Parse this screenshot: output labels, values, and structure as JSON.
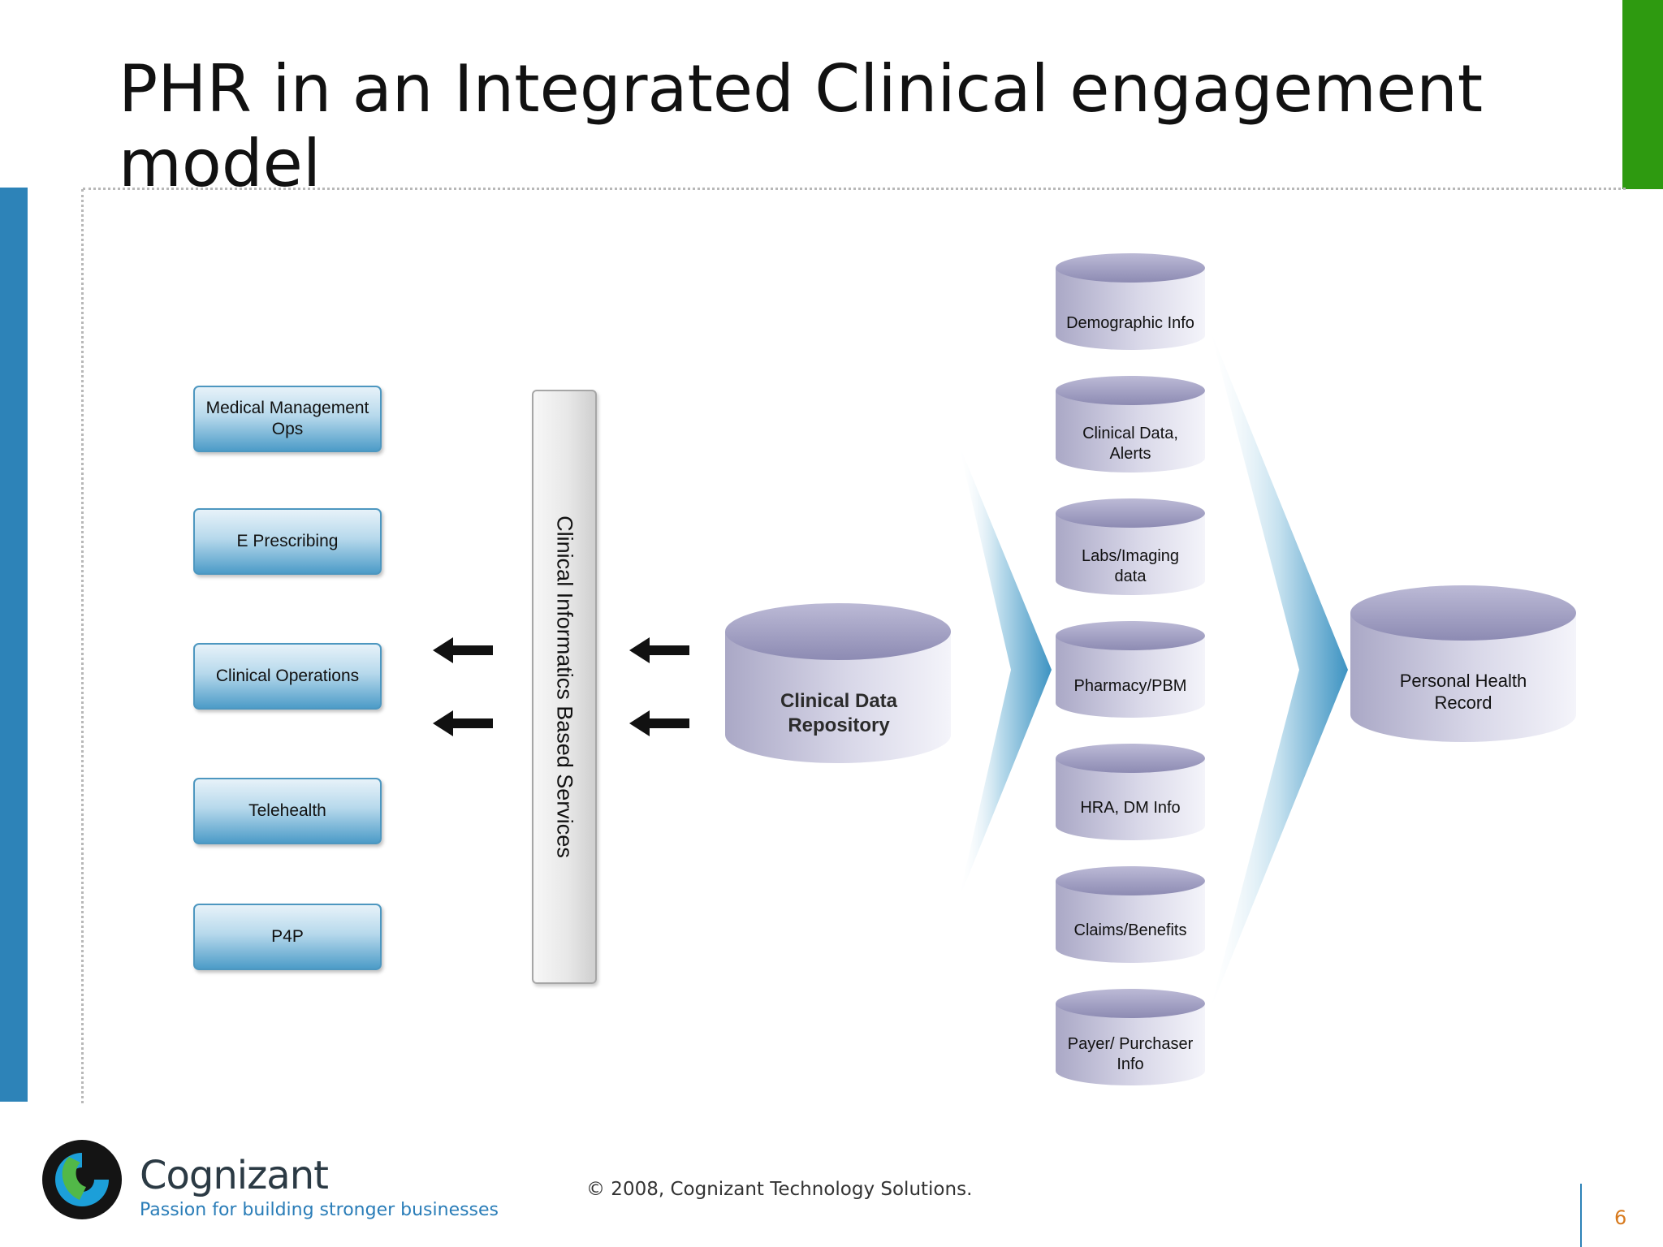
{
  "slide": {
    "title": "PHR in an Integrated Clinical engagement model",
    "copyright": "© 2008, Cognizant Technology Solutions.",
    "page_number": "6"
  },
  "logo": {
    "name": "Cognizant",
    "tagline": "Passion for building stronger businesses",
    "icon": "cognizant-logo-icon"
  },
  "diagram": {
    "services": [
      "Medical Management Ops",
      "E Prescribing",
      "Clinical Operations",
      "Telehealth",
      "P4P"
    ],
    "informatics_bar": "Clinical Informatics Based Services",
    "repository": "Clinical Data Repository",
    "data_sources": [
      "Demographic Info",
      "Clinical Data, Alerts",
      "Labs/Imaging data",
      "Pharmacy/PBM",
      "HRA, DM Info",
      "Claims/Benefits",
      "Payer/ Purchaser Info"
    ],
    "phr": "Personal Health Record",
    "arrow_icon": "left-arrow-icon"
  },
  "colors": {
    "accent_green": "#2e9a10",
    "accent_blue": "#2d83b8",
    "page_number": "#d77a1e"
  }
}
